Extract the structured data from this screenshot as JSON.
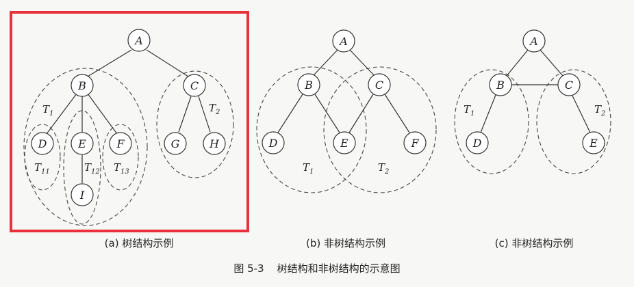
{
  "highlight_color": "#e8313a",
  "diagrams": {
    "a": {
      "caption": "(a) 树结构示例",
      "nodes": {
        "A": "A",
        "B": "B",
        "C": "C",
        "D": "D",
        "E": "E",
        "F": "F",
        "G": "G",
        "H": "H",
        "I": "I"
      },
      "subtree_labels": {
        "T1": {
          "main": "T",
          "sub": "1"
        },
        "T2": {
          "main": "T",
          "sub": "2"
        },
        "T11": {
          "main": "T",
          "sub": "11"
        },
        "T12": {
          "main": "T",
          "sub": "12"
        },
        "T13": {
          "main": "T",
          "sub": "13"
        }
      }
    },
    "b": {
      "caption": "(b) 非树结构示例",
      "nodes": {
        "A": "A",
        "B": "B",
        "C": "C",
        "D": "D",
        "E": "E",
        "F": "F"
      },
      "subtree_labels": {
        "T1": {
          "main": "T",
          "sub": "1"
        },
        "T2": {
          "main": "T",
          "sub": "2"
        }
      }
    },
    "c": {
      "caption": "(c) 非树结构示例",
      "nodes": {
        "A": "A",
        "B": "B",
        "C": "C",
        "D": "D",
        "E": "E"
      },
      "subtree_labels": {
        "T1": {
          "main": "T",
          "sub": "1"
        },
        "T2": {
          "main": "T",
          "sub": "2"
        }
      }
    }
  },
  "figure_caption": "图 5-3    树结构和非树结构的示意图"
}
